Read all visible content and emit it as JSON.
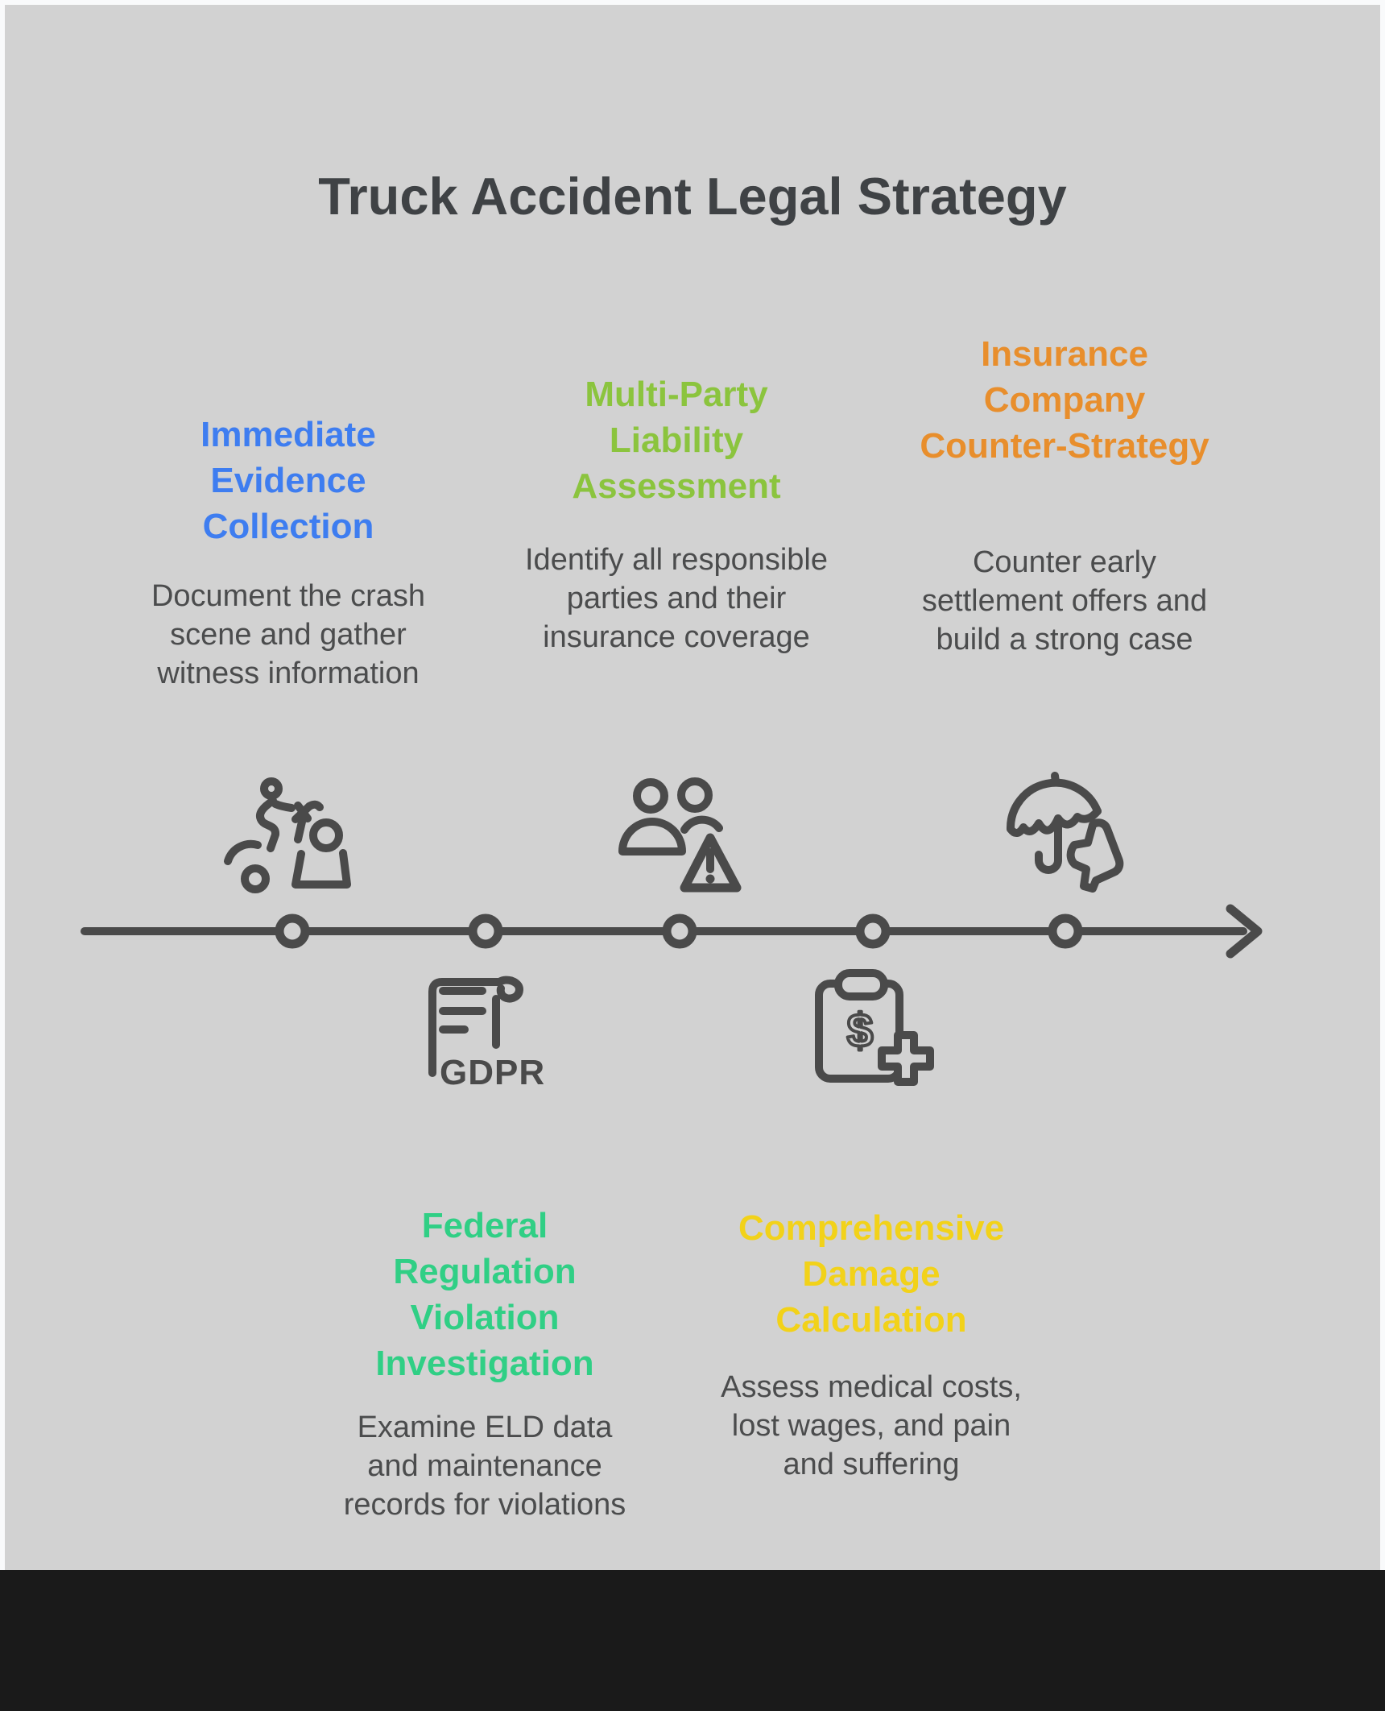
{
  "title": "Truck Accident Legal Strategy",
  "colors": {
    "background": "#d2d2d2",
    "page_border": "#f9fafb",
    "footer": "#1a1a1a",
    "ink": "#4a4a4a",
    "title_text": "#3f4245",
    "body_text": "#4b4c4d"
  },
  "timeline": {
    "type": "horizontal-arrow",
    "direction": "left-to-right",
    "node_count": 5
  },
  "steps": [
    {
      "heading": "Immediate Evidence Collection",
      "description": "Document the crash scene and gather witness information",
      "color": "#3e7df0",
      "icon": "motorcycle-accident-icon",
      "position": "above-line"
    },
    {
      "heading": "Multi-Party Liability Assessment",
      "description": "Identify all responsible parties and their insurance coverage",
      "color": "#8bc43e",
      "icon": "people-warning-icon",
      "position": "above-line"
    },
    {
      "heading": "Insurance Company Counter-Strategy",
      "description": "Counter early settlement offers and build a strong case",
      "color": "#e88e2c",
      "icon": "umbrella-thumbs-down-icon",
      "position": "above-line"
    },
    {
      "heading": "Federal Regulation Violation Investigation",
      "description": "Examine ELD data and maintenance records for violations",
      "color": "#30cf85",
      "icon": "gdpr-scroll-icon",
      "position": "below-line"
    },
    {
      "heading": "Comprehensive Damage Calculation",
      "description": "Assess medical costs, lost wages, and pain and suffering",
      "color": "#f2d219",
      "icon": "clipboard-cost-icon",
      "position": "below-line"
    }
  ],
  "icon_labels": {
    "gdpr": "GDPR",
    "dollar": "$"
  }
}
